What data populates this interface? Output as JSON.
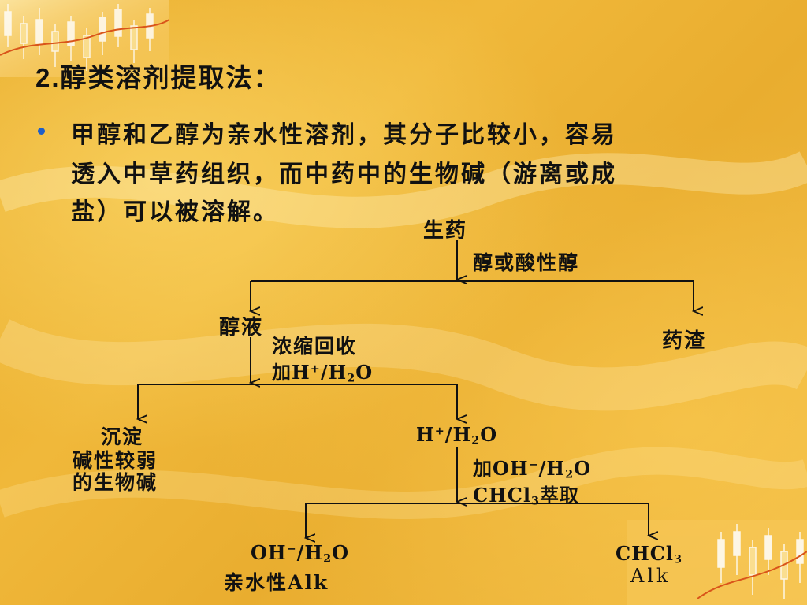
{
  "slide": {
    "title_num": "2.",
    "title_text": "醇类溶剂提取法：",
    "bullet_lines": [
      "甲醇和乙醇为亲水性溶剂，其分子比较小，容易",
      "透入中草药组织，而中药中的生物碱（游离或成",
      "盐）可以被溶解。"
    ]
  },
  "diagram": {
    "start": "生药",
    "step1": "醇或酸性醇",
    "alcohol_liquid": "醇液",
    "residue": "药渣",
    "step2a": "浓缩回收",
    "step2b_prefix": "加H",
    "step2b_sup": "+",
    "step2b_mid": "/H",
    "step2b_sub": "2",
    "step2b_end": "O",
    "precipitate_1": "沉淀",
    "precipitate_2": "碱性较弱",
    "precipitate_3": "的生物碱",
    "acid_aq_prefix": "H",
    "acid_aq_sup": "+",
    "acid_aq_mid": "/H",
    "acid_aq_sub": "2",
    "acid_aq_end": "O",
    "step3a_prefix": "加OH",
    "step3a_sup": "−",
    "step3a_mid": "/H",
    "step3a_sub": "2",
    "step3a_end": "O",
    "step3b_prefix": "CHCl",
    "step3b_sub": "3",
    "step3b_end": "萃取",
    "base_aq_prefix": "OH",
    "base_aq_sup": "−",
    "base_aq_mid": "/H",
    "base_aq_sub": "2",
    "base_aq_end": "O",
    "base_aq_label": "亲水性Alk",
    "chcl3_prefix": "CHCl",
    "chcl3_sub": "3",
    "chcl3_label": "Alk"
  },
  "colors": {
    "background": "#eeb237",
    "text": "#111111",
    "bullet": "#1f5fc8"
  }
}
